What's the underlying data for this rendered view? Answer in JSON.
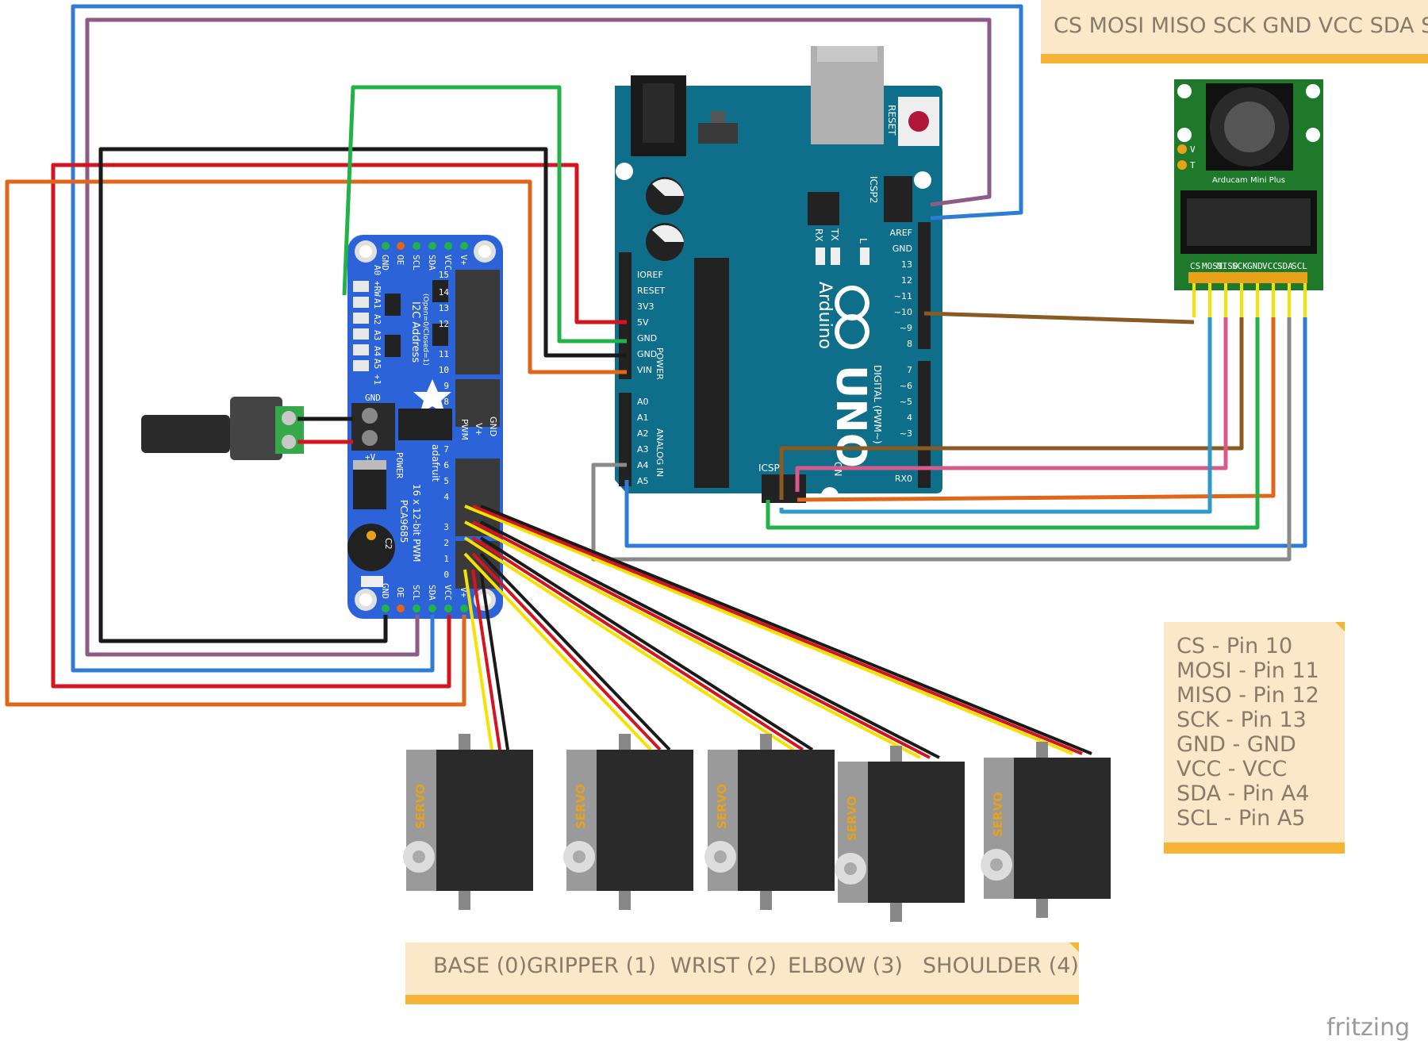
{
  "notes": {
    "pins_header": "CS MOSI MISO SCK GND VCC SDA SCL",
    "pin_map": [
      "CS  - Pin 10",
      "MOSI - Pin 11",
      "MISO - Pin 12",
      "SCK - Pin 13",
      "GND - GND",
      "VCC - VCC",
      "SDA - Pin A4",
      "SCL - Pin A5"
    ],
    "servo_labels": [
      "BASE (0)",
      "GRIPPER (1)",
      "WRIST (2)",
      "ELBOW (3)",
      "SHOULDER (4)"
    ]
  },
  "arduino": {
    "reset": "RESET",
    "icsp2": "ICSP2",
    "icsp": "ICSP",
    "aref": "AREF",
    "gnd": "GND",
    "digital_pins": [
      "13",
      "12",
      "~11",
      "~10",
      "~9",
      "8",
      "7",
      "~6",
      "~5",
      "4",
      "~3"
    ],
    "digital_label": "DIGITAL (PWM~)",
    "rx0": "RX0",
    "brand": "Arduino",
    "model": "UNO",
    "tx": "TX",
    "rx": "RX",
    "l": "L",
    "on": "ON",
    "power_pins": [
      "IOREF",
      "RESET",
      "3V3",
      "5V",
      "GND",
      "GND",
      "VIN"
    ],
    "power_label": "POWER",
    "analog_pins": [
      "A0",
      "A1",
      "A2",
      "A3",
      "A4",
      "A5"
    ],
    "analog_label": "ANALOG IN"
  },
  "pca9685": {
    "top_pins": [
      "GND",
      "OE",
      "SCL",
      "SDA",
      "VCC",
      "V+"
    ],
    "bottom_pins": [
      "GND",
      "OE",
      "SCL",
      "SDA",
      "VCC",
      "V+"
    ],
    "address_label": "I2C Address",
    "address_sub": "(Open=0/Closed=1)",
    "addr_pads": [
      "A0 +RW",
      "A1",
      "A2",
      "A3",
      "A4",
      "A5 +1"
    ],
    "name_line1": "PCA9685",
    "name_line2": "16 x 12-bit PWM",
    "brand": "adafruit",
    "power": "POWER",
    "c2": "C2",
    "pwm_cols": [
      "PWM",
      "V+",
      "GND"
    ],
    "channels": [
      "15",
      "14",
      "13",
      "12",
      "11",
      "10",
      "9",
      "8",
      "7",
      "6",
      "5",
      "4",
      "3",
      "2",
      "1",
      "0"
    ],
    "terminal_gnd": "GND",
    "terminal_vplus": "+V"
  },
  "camera": {
    "name": "Arducam Mini Plus",
    "pins": [
      "CS",
      "MOSI",
      "MISO",
      "SCK",
      "GND",
      "VCC",
      "SDA",
      "SCL"
    ],
    "side": [
      "V",
      "T"
    ]
  },
  "servo_text": "SERVO",
  "logo": "fritzing",
  "colors": {
    "board_blue": "#2d63d8",
    "arduino_teal": "#0f6e8a",
    "note_bg": "#fbe8c9",
    "note_fold": "#f5b436",
    "wire_red": "#d4141e",
    "wire_black": "#1a1a1a",
    "wire_orange": "#e0661a",
    "wire_green": "#22b24a",
    "wire_blue": "#2f7bd6",
    "wire_purple": "#8e5a86",
    "wire_brown": "#8a5a22",
    "wire_pink": "#d85a8a",
    "wire_gray": "#8a8a8a",
    "wire_yellow": "#f5e200"
  }
}
